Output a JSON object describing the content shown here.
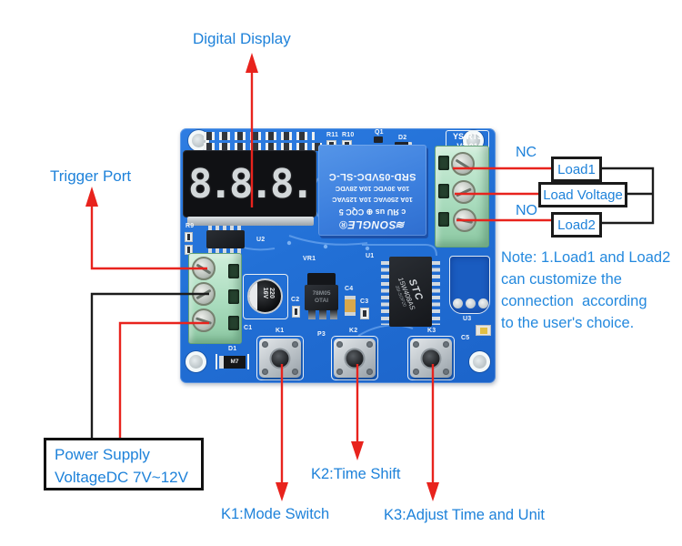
{
  "annotations": {
    "digital_display": "Digital Display",
    "trigger_port": "Trigger Port",
    "nc": "NC",
    "no": "NO",
    "boxes": {
      "load1": "Load1",
      "load_voltage": "Load Voltage",
      "load2": "Load2"
    },
    "note": [
      "Note: 1.Load1 and Load2",
      "can customize the",
      "connection  according",
      "to the user's choice."
    ],
    "power": [
      "Power Supply",
      "VoltageDC 7V~12V"
    ],
    "k1": "K1:Mode Switch",
    "k2": "K2:Time Shift",
    "k3": "K3:Adjust Time and Unit"
  },
  "board": {
    "model": "YS-RT3",
    "version": "V2.01",
    "display": "8.8.8.",
    "relay": {
      "brand": "≋SONGLE®",
      "certs": "c ЯU us   ⊕   CQC   5",
      "rating1": "10A 250VAC  10A 125VAC",
      "rating2": "10A 30VDC  10A 28VDC",
      "part": "SRD-05VDC-SL-C"
    },
    "mcu": {
      "brand": "STC",
      "part": "15W408AS",
      "pkg": "35I-SOP20"
    },
    "vreg": {
      "line1": "78M05",
      "line2": "OTAI"
    },
    "cap_text": "220 16V",
    "diode_text": "M7",
    "labels": {
      "r11": "R11",
      "r10": "R10",
      "q1": "Q1",
      "d2": "D2",
      "r9": "R9",
      "u2": "U2",
      "u1": "U1",
      "u3": "U3",
      "c1": "C1",
      "c2": "C2",
      "c3": "C3",
      "c4": "C4",
      "c5": "C5",
      "d1": "D1",
      "p3": "P3",
      "k1": "K1",
      "k2": "K2",
      "k3": "K3"
    }
  },
  "colors": {
    "accent_blue": "#1e82da",
    "arrow_red": "#e8231d",
    "wire_black": "#1c1c1c",
    "pcb_blue": "#2270d6"
  }
}
